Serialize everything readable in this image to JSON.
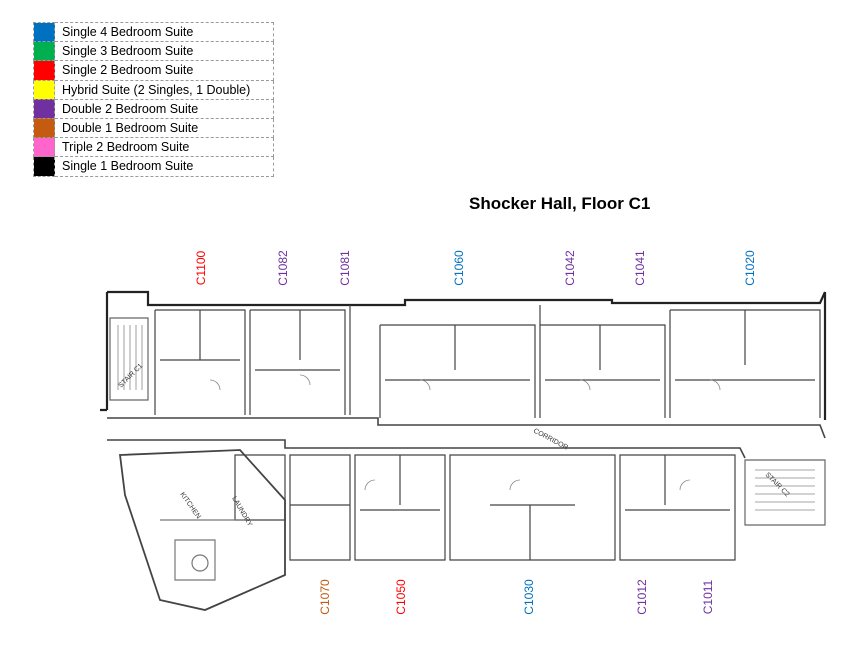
{
  "title": "Shocker Hall, Floor C1",
  "legend": [
    {
      "label": "Single 4 Bedroom Suite",
      "color": "#0070c0"
    },
    {
      "label": "Single 3 Bedroom Suite",
      "color": "#00b050"
    },
    {
      "label": "Single 2 Bedroom Suite",
      "color": "#ff0000"
    },
    {
      "label": "Hybrid Suite (2 Singles, 1 Double)",
      "color": "#ffff00"
    },
    {
      "label": "Double 2 Bedroom Suite",
      "color": "#7030a0"
    },
    {
      "label": "Double 1 Bedroom Suite",
      "color": "#c55a11"
    },
    {
      "label": "Triple 2 Bedroom Suite",
      "color": "#ff66cc"
    },
    {
      "label": "Single 1 Bedroom Suite",
      "color": "#000000"
    }
  ],
  "units_top": [
    {
      "label": "C1100",
      "color": "#ff0000"
    },
    {
      "label": "C1082",
      "color": "#7030a0"
    },
    {
      "label": "C1081",
      "color": "#7030a0"
    },
    {
      "label": "C1060",
      "color": "#0070c0"
    },
    {
      "label": "C1042",
      "color": "#7030a0"
    },
    {
      "label": "C1041",
      "color": "#7030a0"
    },
    {
      "label": "C1020",
      "color": "#0070c0"
    }
  ],
  "units_bottom": [
    {
      "label": "C1070",
      "color": "#c55a11"
    },
    {
      "label": "C1050",
      "color": "#ff0000"
    },
    {
      "label": "C1030",
      "color": "#0070c0"
    },
    {
      "label": "C1012",
      "color": "#7030a0"
    },
    {
      "label": "C1011",
      "color": "#7030a0"
    }
  ],
  "plan_labels": {
    "stair_left": "STAIR C1",
    "stair_right": "STAIR C2",
    "corridor": "CORRIDOR",
    "kitchen": "KITCHEN",
    "laundry": "LAUNDRY"
  }
}
